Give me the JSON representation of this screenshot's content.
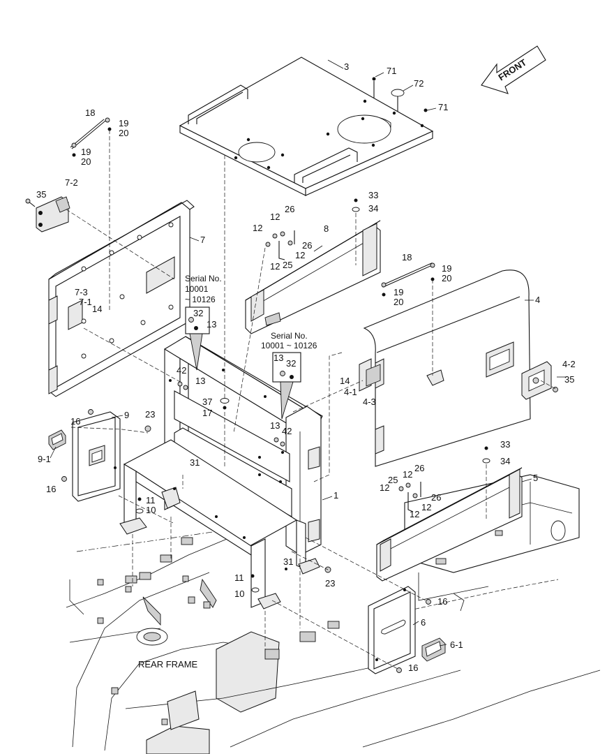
{
  "labels": {
    "front_arrow": "FRONT",
    "rear_frame": "REAR FRAME",
    "serial_title": "Serial No.",
    "serial_from": "10001",
    "serial_range_a": "~ 10126",
    "serial_range_b": "10001 ~ 10126"
  },
  "callouts": [
    {
      "id": "c-3",
      "text": "3"
    },
    {
      "id": "c-71a",
      "text": "71"
    },
    {
      "id": "c-72",
      "text": "72"
    },
    {
      "id": "c-71b",
      "text": "71"
    },
    {
      "id": "c-18a",
      "text": "18"
    },
    {
      "id": "c-19a",
      "text": "19"
    },
    {
      "id": "c-20a",
      "text": "20"
    },
    {
      "id": "c-19b",
      "text": "19"
    },
    {
      "id": "c-20b",
      "text": "20"
    },
    {
      "id": "c-35a",
      "text": "35"
    },
    {
      "id": "c-7-2",
      "text": "7-2"
    },
    {
      "id": "c-7",
      "text": "7"
    },
    {
      "id": "c-7-3",
      "text": "7-3"
    },
    {
      "id": "c-7-1",
      "text": "7-1"
    },
    {
      "id": "c-14a",
      "text": "14"
    },
    {
      "id": "c-26a",
      "text": "26"
    },
    {
      "id": "c-12a",
      "text": "12"
    },
    {
      "id": "c-12b",
      "text": "12"
    },
    {
      "id": "c-26b",
      "text": "26"
    },
    {
      "id": "c-12c",
      "text": "12"
    },
    {
      "id": "c-12d",
      "text": "12"
    },
    {
      "id": "c-25a",
      "text": "25"
    },
    {
      "id": "c-8",
      "text": "8"
    },
    {
      "id": "c-33a",
      "text": "33"
    },
    {
      "id": "c-34a",
      "text": "34"
    },
    {
      "id": "c-18b",
      "text": "18"
    },
    {
      "id": "c-19c",
      "text": "19"
    },
    {
      "id": "c-20c",
      "text": "20"
    },
    {
      "id": "c-19d",
      "text": "19"
    },
    {
      "id": "c-20d",
      "text": "20"
    },
    {
      "id": "c-4",
      "text": "4"
    },
    {
      "id": "c-4-2",
      "text": "4-2"
    },
    {
      "id": "c-35b",
      "text": "35"
    },
    {
      "id": "c-32a",
      "text": "32"
    },
    {
      "id": "c-13a",
      "text": "13"
    },
    {
      "id": "c-42a",
      "text": "42"
    },
    {
      "id": "c-13b",
      "text": "13"
    },
    {
      "id": "c-13c",
      "text": "13"
    },
    {
      "id": "c-32b",
      "text": "32"
    },
    {
      "id": "c-14b",
      "text": "14"
    },
    {
      "id": "c-4-1",
      "text": "4-1"
    },
    {
      "id": "c-4-3",
      "text": "4-3"
    },
    {
      "id": "c-37",
      "text": "37"
    },
    {
      "id": "c-17",
      "text": "17"
    },
    {
      "id": "c-16a",
      "text": "16"
    },
    {
      "id": "c-9",
      "text": "9"
    },
    {
      "id": "c-23a",
      "text": "23"
    },
    {
      "id": "c-9-1",
      "text": "9-1"
    },
    {
      "id": "c-16b",
      "text": "16"
    },
    {
      "id": "c-13d",
      "text": "13"
    },
    {
      "id": "c-42b",
      "text": "42"
    },
    {
      "id": "c-31a",
      "text": "31"
    },
    {
      "id": "c-1",
      "text": "1"
    },
    {
      "id": "c-11a",
      "text": "11"
    },
    {
      "id": "c-10a",
      "text": "10"
    },
    {
      "id": "c-33b",
      "text": "33"
    },
    {
      "id": "c-34b",
      "text": "34"
    },
    {
      "id": "c-5",
      "text": "5"
    },
    {
      "id": "c-26c",
      "text": "26"
    },
    {
      "id": "c-25b",
      "text": "25"
    },
    {
      "id": "c-12e",
      "text": "12"
    },
    {
      "id": "c-12f",
      "text": "12"
    },
    {
      "id": "c-26d",
      "text": "26"
    },
    {
      "id": "c-12g",
      "text": "12"
    },
    {
      "id": "c-12h",
      "text": "12"
    },
    {
      "id": "c-31b",
      "text": "31"
    },
    {
      "id": "c-23b",
      "text": "23"
    },
    {
      "id": "c-11b",
      "text": "11"
    },
    {
      "id": "c-10b",
      "text": "10"
    },
    {
      "id": "c-16c",
      "text": "16"
    },
    {
      "id": "c-6",
      "text": "6"
    },
    {
      "id": "c-6-1",
      "text": "6-1"
    },
    {
      "id": "c-16d",
      "text": "16"
    }
  ]
}
